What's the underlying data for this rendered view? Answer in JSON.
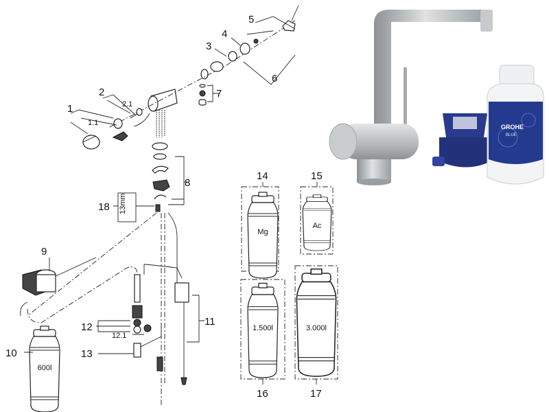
{
  "diagram": {
    "part_numbers": [
      "1",
      "1.1",
      "2",
      "2.1",
      "3",
      "4",
      "5",
      "6",
      "7",
      "8",
      "9",
      "10",
      "11",
      "12",
      "12.1",
      "13",
      "14",
      "15",
      "16",
      "17",
      "18"
    ],
    "dimension_label": "13mm",
    "cartridges": {
      "c10": "600l",
      "c14": "Mg",
      "c15": "Ac",
      "c16": "1.500l",
      "c17": "3.000l"
    },
    "photo_brand": "GROHE",
    "photo_brand_sub": "BLUE"
  },
  "colors": {
    "filter_blue": "#22317a",
    "steel": "#b9bcbf",
    "line": "#222222"
  }
}
